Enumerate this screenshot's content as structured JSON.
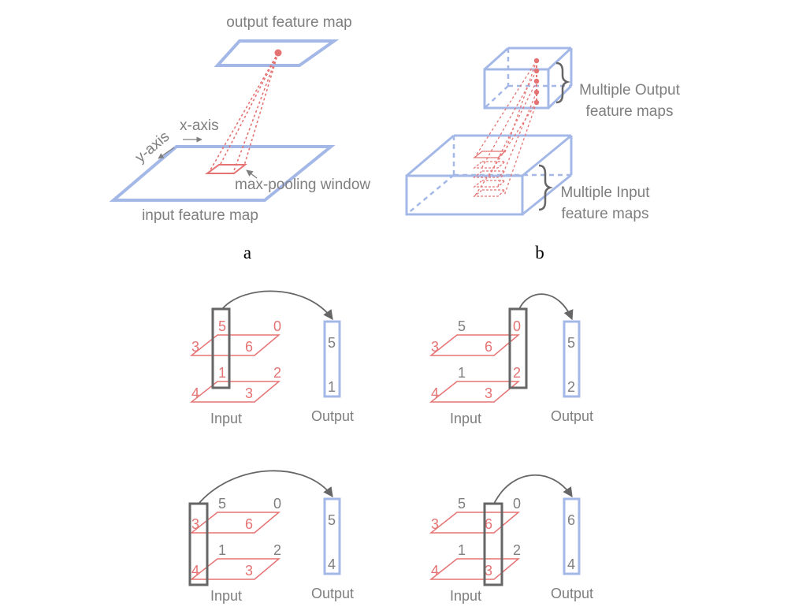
{
  "colors": {
    "blue": "#a4b8e8",
    "red": "#e57373",
    "gray": "#7f7f7f",
    "dark": "#666666"
  },
  "panel_a": {
    "output_label": "output feature map",
    "input_label": "input feature map",
    "window_label": "max-pooling window",
    "x_axis_label": "x-axis",
    "y_axis_label": "y-axis",
    "caption": "a"
  },
  "panel_b": {
    "output_label_1": "Multiple Output",
    "output_label_2": "feature maps",
    "input_label_1": "Multiple Input",
    "input_label_2": "feature maps",
    "caption": "b"
  },
  "examples": [
    {
      "top": [
        "5",
        "0",
        "3",
        "6"
      ],
      "bottom": [
        "1",
        "2",
        "4",
        "3"
      ],
      "output": [
        "5",
        "1"
      ],
      "input_label": "Input",
      "output_label": "Output"
    },
    {
      "top": [
        "5",
        "0",
        "3",
        "6"
      ],
      "bottom": [
        "1",
        "2",
        "4",
        "3"
      ],
      "output": [
        "5",
        "2"
      ],
      "input_label": "Input",
      "output_label": "Output"
    },
    {
      "top": [
        "5",
        "0",
        "3",
        "6"
      ],
      "bottom": [
        "1",
        "2",
        "4",
        "3"
      ],
      "output": [
        "5",
        "4"
      ],
      "input_label": "Input",
      "output_label": "Output"
    },
    {
      "top": [
        "5",
        "0",
        "3",
        "6"
      ],
      "bottom": [
        "1",
        "2",
        "4",
        "3"
      ],
      "output": [
        "6",
        "4"
      ],
      "input_label": "Input",
      "output_label": "Output"
    }
  ]
}
